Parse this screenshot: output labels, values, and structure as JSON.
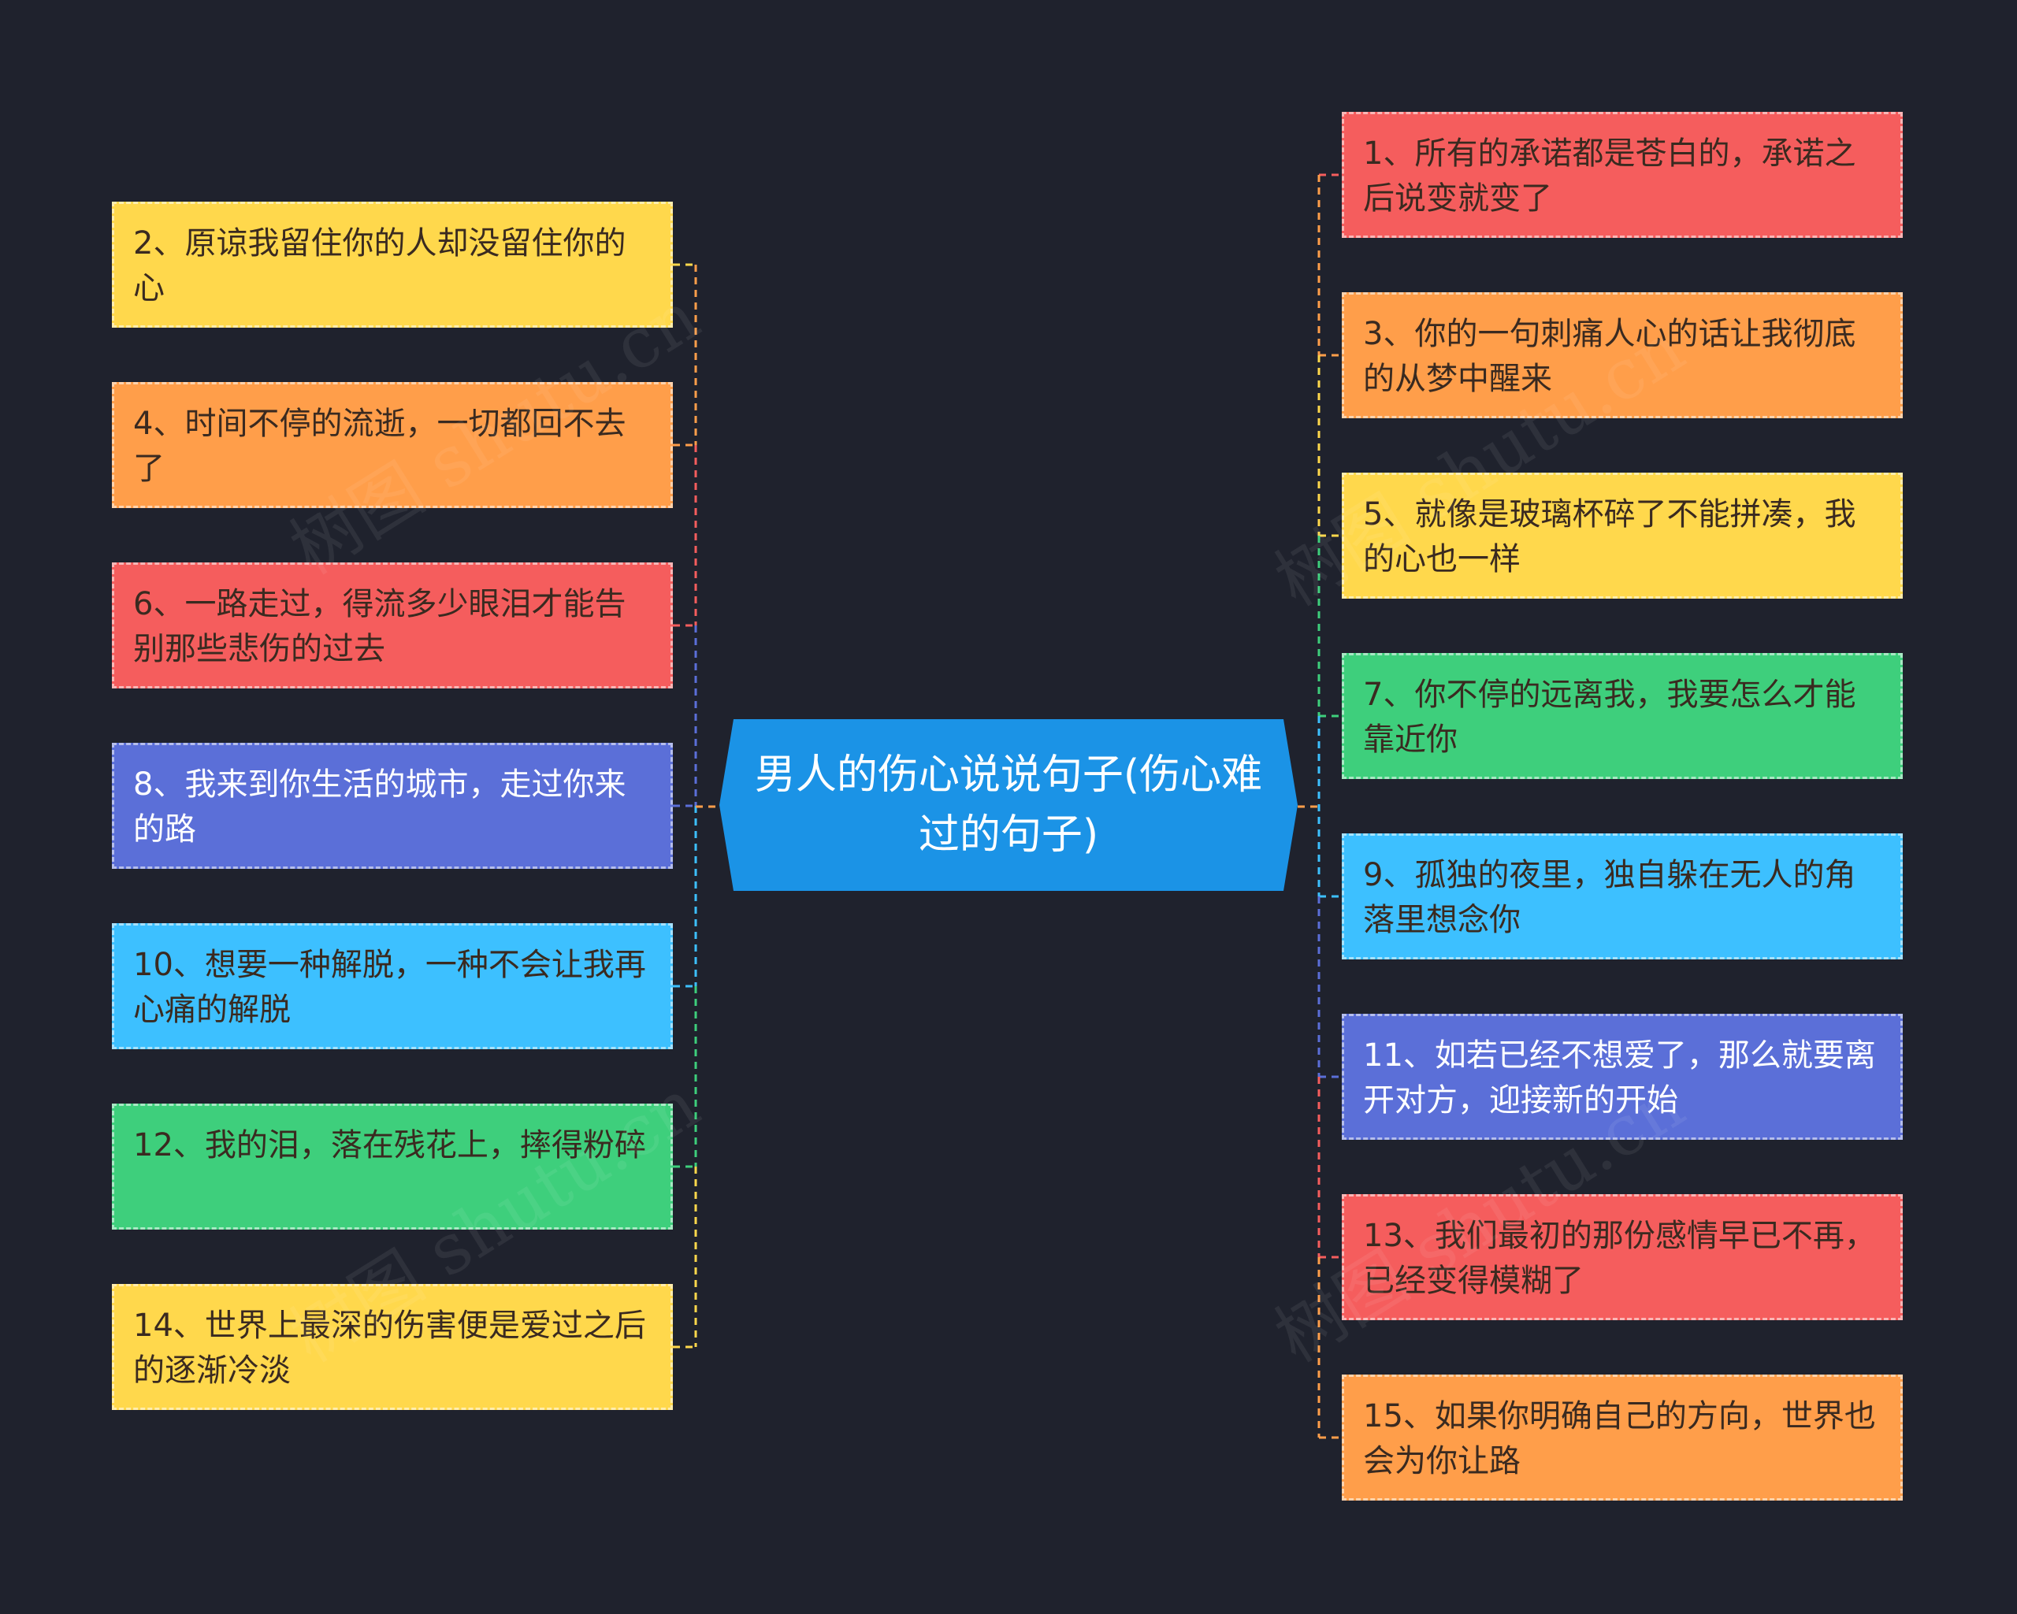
{
  "central_topic": "男人的伤心说说句子(伤心难过的句子)",
  "watermark": "树图 shutu.cn",
  "colors": {
    "background": "#1f222d",
    "center": "#1b93e6",
    "red": "#f55d5d",
    "orange": "#ff9e4a",
    "yellow": "#ffd84c",
    "green": "#3ecf7c",
    "blue": "#5b6fd8",
    "cyan": "#3dc0ff"
  },
  "left_branches": [
    {
      "text": "2、原谅我留住你的人却没留住你的心",
      "color": "yellow"
    },
    {
      "text": "4、时间不停的流逝，一切都回不去了",
      "color": "orange"
    },
    {
      "text": "6、一路走过，得流多少眼泪才能告别那些悲伤的过去",
      "color": "red"
    },
    {
      "text": "8、我来到你生活的城市，走过你来的路",
      "color": "blue"
    },
    {
      "text": "10、想要一种解脱，一种不会让我再心痛的解脱",
      "color": "cyan"
    },
    {
      "text": "12、我的泪，落在残花上，摔得粉碎",
      "color": "green"
    },
    {
      "text": "14、世界上最深的伤害便是爱过之后的逐渐冷淡",
      "color": "yellow"
    }
  ],
  "right_branches": [
    {
      "text": "1、所有的承诺都是苍白的，承诺之后说变就变了",
      "color": "red"
    },
    {
      "text": "3、你的一句刺痛人心的话让我彻底的从梦中醒来",
      "color": "orange"
    },
    {
      "text": "5、就像是玻璃杯碎了不能拼凑，我的心也一样",
      "color": "yellow"
    },
    {
      "text": "7、你不停的远离我，我要怎么才能靠近你",
      "color": "green"
    },
    {
      "text": "9、孤独的夜里，独自躲在无人的角落里想念你",
      "color": "cyan"
    },
    {
      "text": "11、如若已经不想爱了，那么就要离开对方，迎接新的开始",
      "color": "blue"
    },
    {
      "text": "13、我们最初的那份感情早已不再，已经变得模糊了",
      "color": "red"
    },
    {
      "text": "15、如果你明确自己的方向，世界也会为你让路",
      "color": "orange"
    }
  ]
}
